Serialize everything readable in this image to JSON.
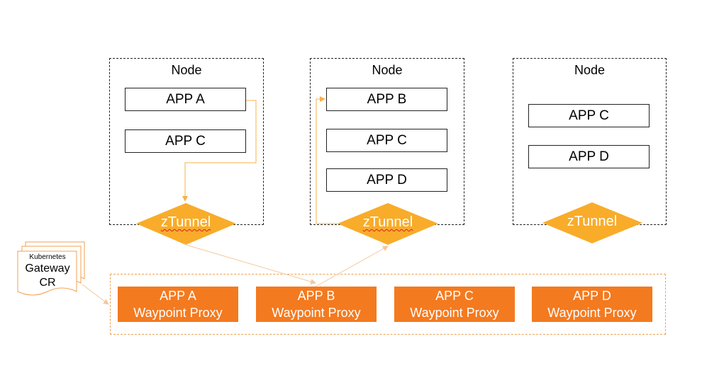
{
  "colors": {
    "ztunnel": "#f8ac2a",
    "proxy": "#f47a1f",
    "arrow": "#f8b048",
    "arrow_light": "#f5c79a"
  },
  "nodes": [
    {
      "label": "Node",
      "apps": [
        "APP A",
        "APP C"
      ],
      "ztunnel": "zTunnel"
    },
    {
      "label": "Node",
      "apps": [
        "APP B",
        "APP C",
        "APP D"
      ],
      "ztunnel": "zTunnel"
    },
    {
      "label": "Node",
      "apps": [
        "APP C",
        "APP D"
      ],
      "ztunnel": "zTunnel"
    }
  ],
  "proxies": [
    {
      "app": "APP A",
      "role": "Waypoint Proxy"
    },
    {
      "app": "APP B",
      "role": "Waypoint Proxy"
    },
    {
      "app": "APP C",
      "role": "Waypoint Proxy"
    },
    {
      "app": "APP D",
      "role": "Waypoint Proxy"
    }
  ],
  "gateway_cr": {
    "line1": "Kubernetes",
    "line2": "Gateway",
    "line3": "CR"
  }
}
